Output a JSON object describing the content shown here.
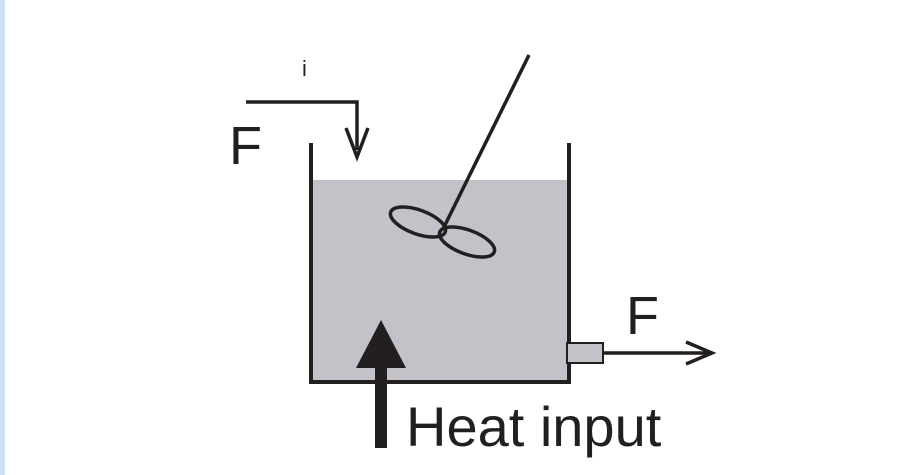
{
  "labels": {
    "inlet_symbol": "F",
    "inlet_subscript": "i",
    "outlet_symbol": "F",
    "heat_input": "Heat input"
  },
  "colors": {
    "liquid": "#c2c2c8",
    "stroke": "#231f20",
    "border_strip": "#cfe0f3"
  }
}
